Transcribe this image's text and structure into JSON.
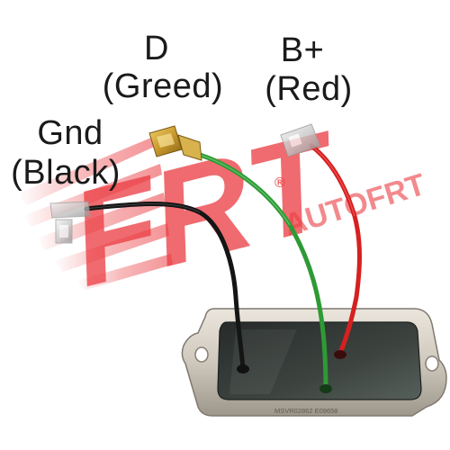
{
  "labels": {
    "d_name": "D",
    "d_color": "(Greed)",
    "b_name": "B+",
    "b_color": "(Red)",
    "gnd_name": "Gnd",
    "gnd_color": "(Black)"
  },
  "watermark": {
    "logo_text": "FRT",
    "side_text": "AUTOFRT",
    "registered_mark": "®"
  },
  "module": {
    "engraving": "MSVR02862 E09658"
  },
  "wires": [
    {
      "name": "D",
      "color_name": "green",
      "color": "#2e9a35"
    },
    {
      "name": "B+",
      "color_name": "red",
      "color": "#d62020"
    },
    {
      "name": "Gnd",
      "color_name": "black",
      "color": "#151515"
    }
  ],
  "colors": {
    "watermark_red": "#e8262b",
    "metal_base": "#cfc8bd",
    "epoxy": "#3d4440",
    "brass_terminal": "#c99a2e",
    "label_text": "#1a1a1a"
  }
}
